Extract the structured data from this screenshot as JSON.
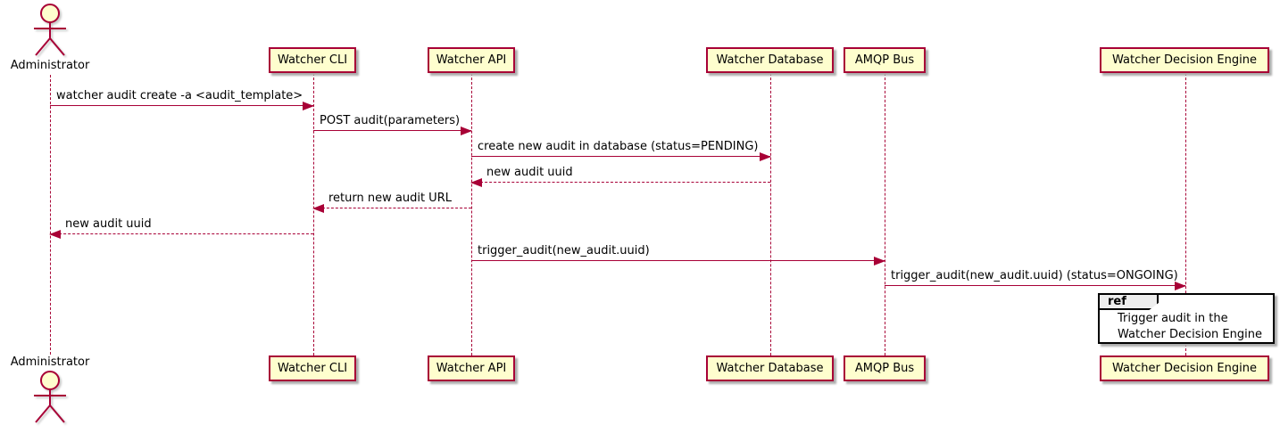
{
  "diagram": {
    "type": "uml-sequence-diagram",
    "colors": {
      "participant_fill": "#FEFECE",
      "line": "#A80036",
      "text": "#000000",
      "ref_tab_fill": "#EEEEEE",
      "ref_border": "#000000",
      "background": "#FFFFFF",
      "shadow": "#ADADAD"
    },
    "actor": {
      "label": "Administrator"
    },
    "participants": [
      {
        "label": "Watcher CLI"
      },
      {
        "label": "Watcher API"
      },
      {
        "label": "Watcher Database"
      },
      {
        "label": "AMQP Bus"
      },
      {
        "label": "Watcher Decision Engine"
      }
    ],
    "messages": [
      {
        "from": "Administrator",
        "to": "Watcher CLI",
        "style": "solid",
        "text": "watcher audit create -a <audit_template>"
      },
      {
        "from": "Watcher CLI",
        "to": "Watcher API",
        "style": "solid",
        "text": "POST audit(parameters)"
      },
      {
        "from": "Watcher API",
        "to": "Watcher Database",
        "style": "solid",
        "text": "create new audit in database (status=PENDING)"
      },
      {
        "from": "Watcher Database",
        "to": "Watcher API",
        "style": "dashed",
        "text": "new audit uuid"
      },
      {
        "from": "Watcher API",
        "to": "Watcher CLI",
        "style": "dashed",
        "text": "return new audit URL"
      },
      {
        "from": "Watcher CLI",
        "to": "Administrator",
        "style": "dashed",
        "text": "new audit uuid"
      },
      {
        "from": "Watcher API",
        "to": "AMQP Bus",
        "style": "solid",
        "text": "trigger_audit(new_audit.uuid)"
      },
      {
        "from": "AMQP Bus",
        "to": "Watcher Decision Engine",
        "style": "solid",
        "text": "trigger_audit(new_audit.uuid) (status=ONGOING)"
      }
    ],
    "ref": {
      "tag": "ref",
      "over": "Watcher Decision Engine",
      "lines": [
        "Trigger audit in the",
        "Watcher Decision Engine"
      ]
    }
  }
}
